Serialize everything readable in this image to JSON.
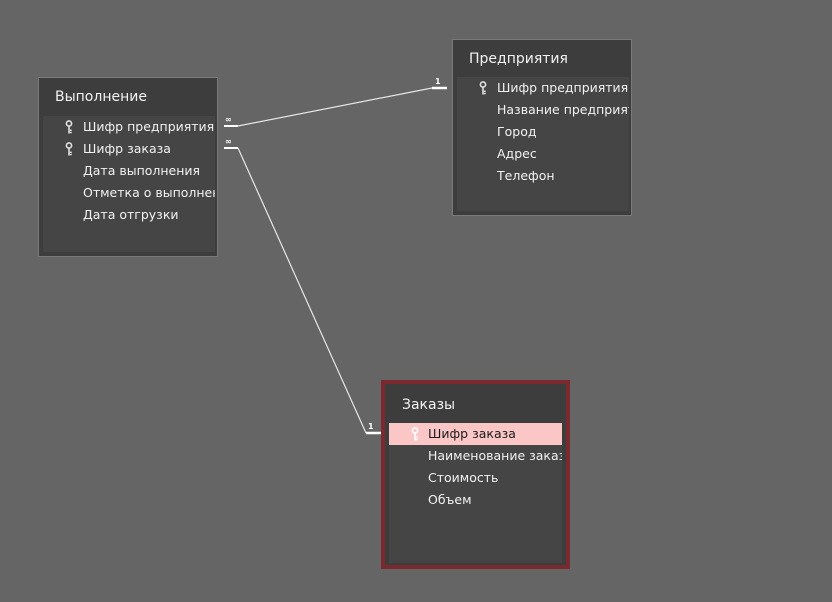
{
  "tables": {
    "vypolnenie": {
      "title": "Выполнение",
      "fields": [
        {
          "name": "Шифр предприятия",
          "key": true
        },
        {
          "name": "Шифр заказа",
          "key": true
        },
        {
          "name": "Дата выполнения",
          "key": false
        },
        {
          "name": "Отметка о выполнении",
          "key": false
        },
        {
          "name": "Дата отгрузки",
          "key": false
        }
      ]
    },
    "predpriyatiya": {
      "title": "Предприятия",
      "fields": [
        {
          "name": "Шифр предприятия",
          "key": true
        },
        {
          "name": "Название предприятия",
          "key": false
        },
        {
          "name": "Город",
          "key": false
        },
        {
          "name": "Адрес",
          "key": false
        },
        {
          "name": "Телефон",
          "key": false
        }
      ]
    },
    "zakazy": {
      "title": "Заказы",
      "selected": true,
      "fields": [
        {
          "name": "Шифр заказа",
          "key": true,
          "selected": true
        },
        {
          "name": "Наименование заказа",
          "key": false
        },
        {
          "name": "Стоимость",
          "key": false
        },
        {
          "name": "Объем",
          "key": false
        }
      ]
    }
  },
  "relationships": [
    {
      "from": "Выполнение.Шифр предприятия",
      "to": "Предприятия.Шифр предприятия",
      "many_label": "∞",
      "one_label": "1"
    },
    {
      "from": "Выполнение.Шифр заказа",
      "to": "Заказы.Шифр заказа",
      "many_label": "∞",
      "one_label": "1"
    }
  ],
  "colors": {
    "canvas": "#656565",
    "table_bg": "#3d3d3d",
    "field_list_bg": "#454545",
    "selected_row": "#fbc6c6",
    "selected_table_border": "#7a2a2e",
    "relation_line": "#e6e6e6"
  },
  "icons": {
    "primary_key": "key-icon"
  }
}
